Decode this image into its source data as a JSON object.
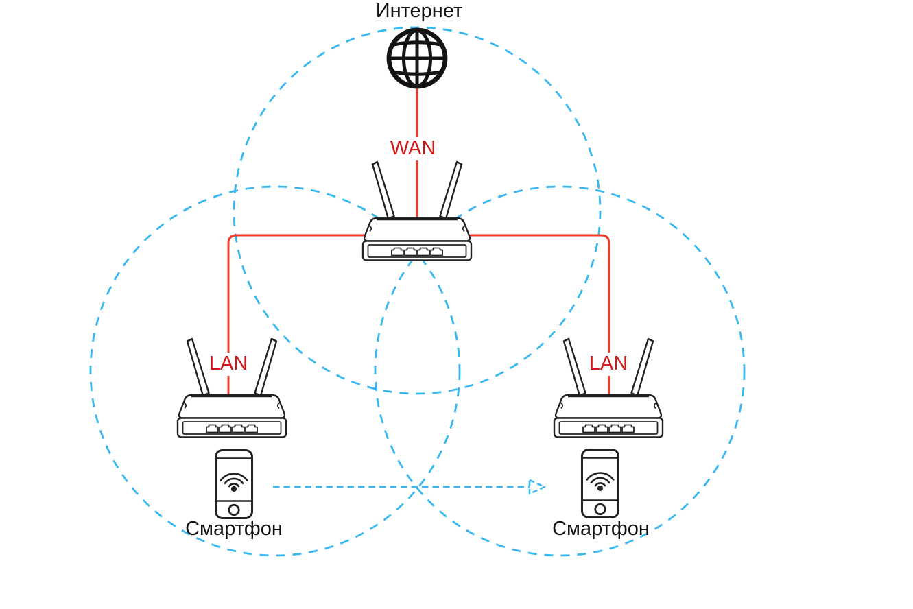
{
  "labels": {
    "internet": "Интернет",
    "wan": "WAN",
    "lan_left": "LAN",
    "lan_right": "LAN",
    "smartphone_left": "Смартфон",
    "smartphone_right": "Смартфон"
  },
  "icons": {
    "internet": "globe-icon",
    "main_router": "wireless-router-icon",
    "left_router": "wireless-router-icon",
    "right_router": "wireless-router-icon",
    "left_smartphone": "smartphone-wifi-icon",
    "right_smartphone": "smartphone-wifi-icon",
    "coverage_areas": "dashed-wifi-coverage-circle",
    "roaming": "dashed-roaming-arrow"
  },
  "colors": {
    "wifi_blue": "#38b7f0",
    "link_red": "#f43b28",
    "label_red": "#d01818",
    "ink": "#111111"
  }
}
